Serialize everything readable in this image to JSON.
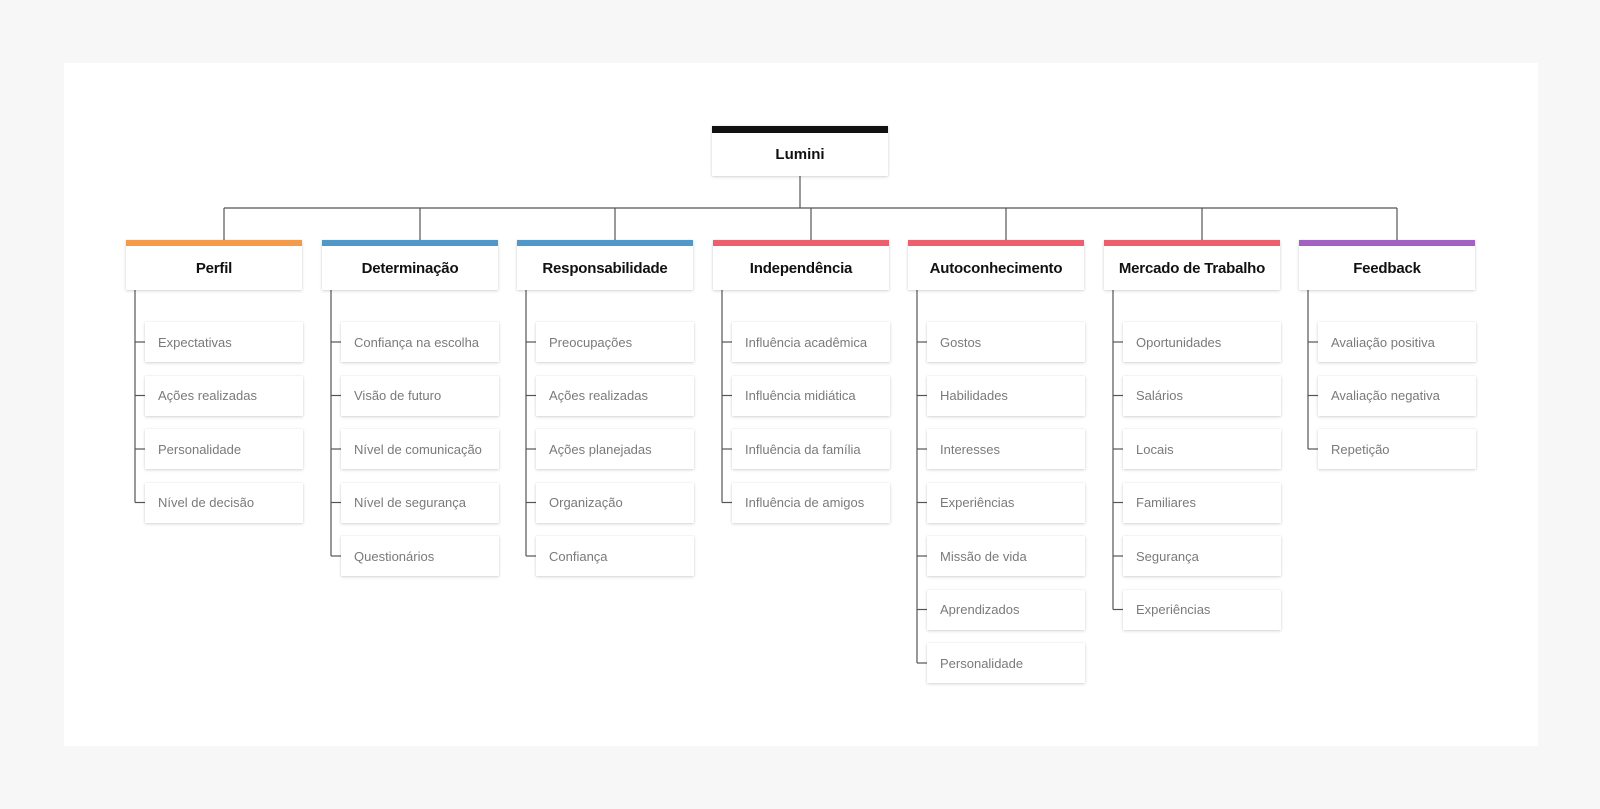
{
  "root": {
    "label": "Lumini"
  },
  "categories": [
    {
      "label": "Perfil",
      "color": "#f59a4b",
      "items": [
        "Expectativas",
        "Ações realizadas",
        "Personalidade",
        "Nível de decisão"
      ]
    },
    {
      "label": "Determinação",
      "color": "#4f98c9",
      "items": [
        "Confiança na escolha",
        "Visão de futuro",
        "Nível de comunicação",
        "Nível de segurança",
        "Questionários"
      ]
    },
    {
      "label": "Responsabilidade",
      "color": "#4f98c9",
      "items": [
        "Preocupações",
        "Ações realizadas",
        "Ações planejadas",
        "Organização",
        "Confiança"
      ]
    },
    {
      "label": "Independência",
      "color": "#ee5f6e",
      "items": [
        "Influência acadêmica",
        "Influência midiática",
        "Influência da família",
        "Influência de amigos"
      ]
    },
    {
      "label": "Autoconhecimento",
      "color": "#ee5f6e",
      "items": [
        "Gostos",
        "Habilidades",
        "Interesses",
        "Experiências",
        "Missão de vida",
        "Aprendizados",
        "Personalidade"
      ]
    },
    {
      "label": "Mercado de Trabalho",
      "color": "#ee5f6e",
      "items": [
        "Oportunidades",
        "Salários",
        "Locais",
        "Familiares",
        "Segurança",
        "Experiências"
      ]
    },
    {
      "label": "Feedback",
      "color": "#a262c2",
      "items": [
        "Avaliação positiva",
        "Avaliação negativa",
        "Repetição"
      ]
    }
  ]
}
